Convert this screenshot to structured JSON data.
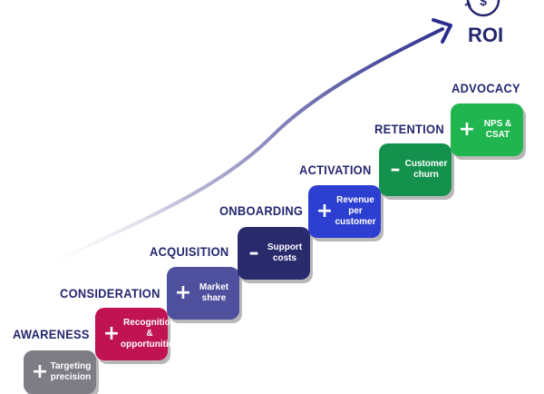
{
  "roi": {
    "label": "ROI",
    "icon": "dollar-refresh-icon",
    "color": "#24276e"
  },
  "steps": [
    {
      "title": "AWARENESS",
      "sign": "+",
      "label": "Targeting precision",
      "color": "#7e7d86"
    },
    {
      "title": "CONSIDERATION",
      "sign": "+",
      "label": "Recognition & opportunities",
      "color": "#c01452"
    },
    {
      "title": "ACQUISITION",
      "sign": "+",
      "label": "Market share",
      "color": "#4e4f9d"
    },
    {
      "title": "ONBOARDING",
      "sign": "–",
      "label": "Support costs",
      "color": "#2a2b6d"
    },
    {
      "title": "ACTIVATION",
      "sign": "+",
      "label": "Revenue per customer",
      "color": "#2d3fd0"
    },
    {
      "title": "RETENTION",
      "sign": "–",
      "label": "Customer churn",
      "color": "#13914d"
    },
    {
      "title": "ADVOCACY",
      "sign": "+",
      "label": "NPS & CSAT",
      "color": "#21b550"
    }
  ]
}
